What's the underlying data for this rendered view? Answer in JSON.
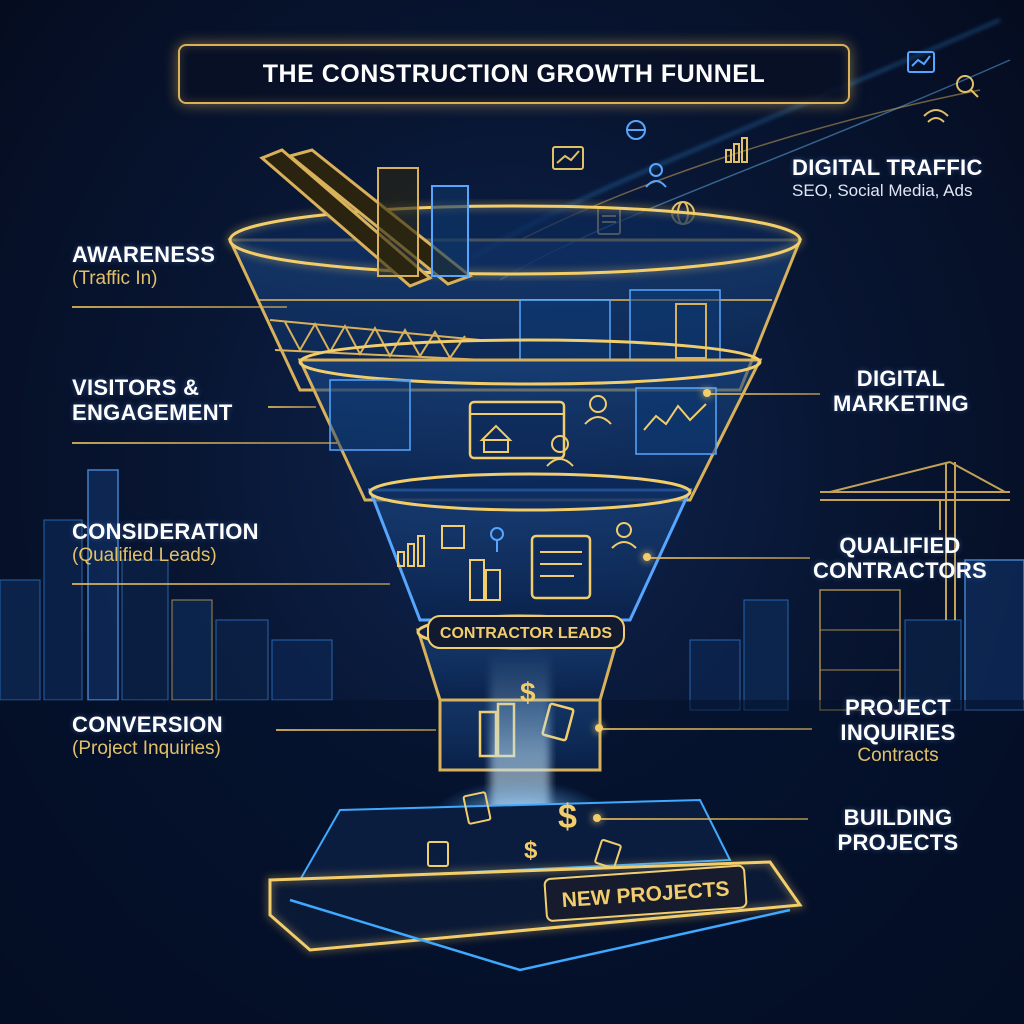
{
  "title": "THE CONSTRUCTION GROWTH FUNNEL",
  "left_stages": [
    {
      "heading": "AWARENESS",
      "sub": "(Traffic In)"
    },
    {
      "heading": "VISITORS &",
      "heading2": "ENGAGEMENT",
      "sub": ""
    },
    {
      "heading": "CONSIDERATION",
      "sub": "(Qualified Leads)"
    },
    {
      "heading": "CONVERSION",
      "sub": "(Project Inquiries)"
    }
  ],
  "right_stages": [
    {
      "heading": "DIGITAL TRAFFIC",
      "sub": "SEO, Social Media, Ads"
    },
    {
      "heading": "DIGITAL",
      "heading2": "MARKETING",
      "sub": ""
    },
    {
      "heading": "QUALIFIED",
      "heading2": "CONTRACTORS",
      "sub": ""
    },
    {
      "heading": "PROJECT",
      "heading2": "INQUIRIES",
      "sub": "Contracts"
    },
    {
      "heading": "BUILDING",
      "heading2": "PROJECTS",
      "sub": ""
    }
  ],
  "funnel": {
    "neck_label": "CONTRACTOR LEADS",
    "base_label": "NEW PROJECTS"
  },
  "colors": {
    "gold": "#d8b15a",
    "gold_bright": "#f2cd6b",
    "blue_glow": "#3fa9ff",
    "navy": "#081633"
  },
  "icons": [
    "building-icon",
    "crane-icon",
    "chart-icon",
    "person-icon",
    "globe-icon",
    "dollar-icon",
    "document-icon",
    "search-icon",
    "wifi-icon"
  ]
}
